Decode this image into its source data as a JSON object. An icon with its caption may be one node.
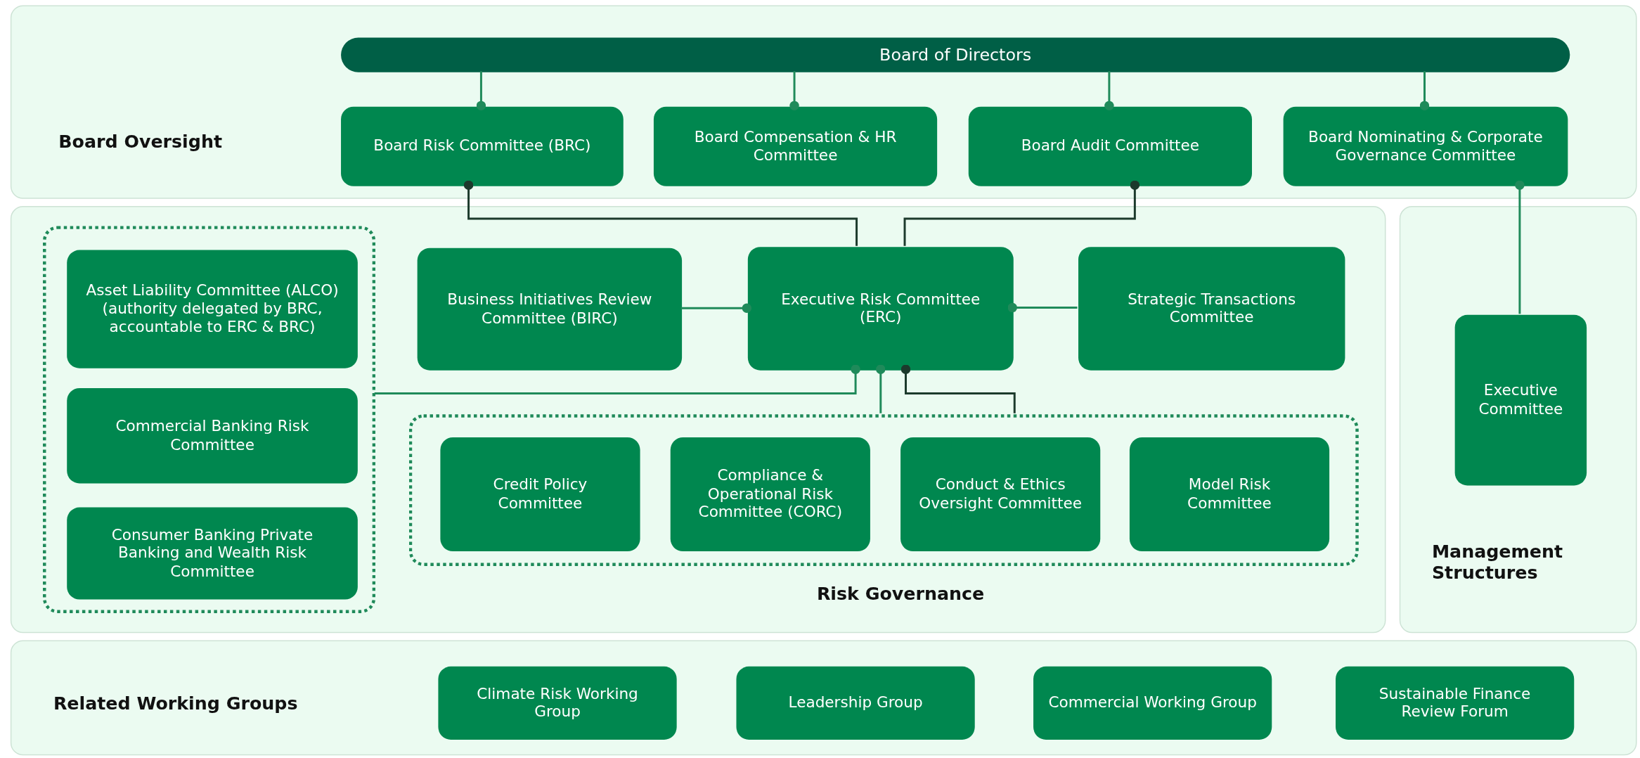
{
  "diagram": {
    "nodes": [
      {
        "text": [
          "Board Oversight"
        ]
      },
      {
        "text": [
          "Board of Directors"
        ],
        "in": 0
      },
      {
        "text": [
          "Board Risk Committee (BRC)"
        ],
        "in": 0
      },
      {
        "text": [
          "Board Compensation & HR Committee"
        ],
        "in": 0
      },
      {
        "text": [
          "Board Audit Committee"
        ],
        "in": 0
      },
      {
        "text": [
          "Board Nominating & Corporate Governance Committee"
        ],
        "in": 0
      },
      {
        "text": [
          "Risk Governance"
        ]
      },
      {
        "text": [],
        "shape": "box",
        "in": 6
      },
      {
        "text": [
          "Asset Liability Committee (ALCO) (authority delegated by BRC, accountable to ERC & BRC)"
        ],
        "in": 7
      },
      {
        "text": [
          "Commercial Banking Risk Committee"
        ],
        "in": 7
      },
      {
        "text": [
          "Consumer Banking Private Banking and Wealth Risk Committee"
        ],
        "in": 7
      },
      {
        "text": [
          "Business Initiatives Review Committee (BIRC)"
        ],
        "in": 6
      },
      {
        "text": [
          "Executive Risk Committee (ERC)"
        ],
        "in": 6
      },
      {
        "text": [
          "Strategic Transactions Committee"
        ],
        "in": 6
      },
      {
        "text": [],
        "shape": "box",
        "in": 6
      },
      {
        "text": [
          "Credit Policy Committee"
        ],
        "in": 14
      },
      {
        "text": [
          "Compliance & Operational Risk Committee (CORC)"
        ],
        "in": 14
      },
      {
        "text": [
          "Conduct & Ethics Oversight Committee"
        ],
        "in": 14
      },
      {
        "text": [
          "Model Risk Committee"
        ],
        "in": 14
      },
      {
        "text": [
          "Management Structures"
        ]
      },
      {
        "text": [
          "Executive Committee"
        ],
        "in": 19
      },
      {
        "text": [
          "Related Working Groups"
        ]
      },
      {
        "text": [
          "Climate Risk Working Group"
        ],
        "in": 21
      },
      {
        "text": [
          "Leadership Group"
        ],
        "in": 21
      },
      {
        "text": [
          "Commercial Working Group"
        ],
        "in": 21
      },
      {
        "text": [
          "Sustainable Finance Review Forum"
        ],
        "in": 21
      }
    ],
    "edges": [
      {
        "from": 1,
        "to": 2,
        "arrow": "other"
      },
      {
        "from": 1,
        "to": 3,
        "arrow": "other"
      },
      {
        "from": 1,
        "to": 4,
        "arrow": "other"
      },
      {
        "from": 1,
        "to": 5,
        "arrow": "other"
      },
      {
        "from": 12,
        "to": 2,
        "arrow": "other",
        "color": "#1c3a2c"
      },
      {
        "from": 12,
        "to": 4,
        "arrow": "other",
        "color": "#1c3a2c"
      },
      {
        "from": 20,
        "to": 5,
        "arrow": "other"
      },
      {
        "from": 11,
        "to": 12,
        "arrow": "other"
      },
      {
        "from": 13,
        "to": 12,
        "arrow": "other"
      },
      {
        "from": 7,
        "to": 12,
        "arrow": "other"
      },
      {
        "from": 14,
        "to": 12,
        "arrow": "other"
      },
      {
        "from": 14,
        "to": 12,
        "arrow": "other",
        "color": "#1c3a2c"
      }
    ]
  }
}
